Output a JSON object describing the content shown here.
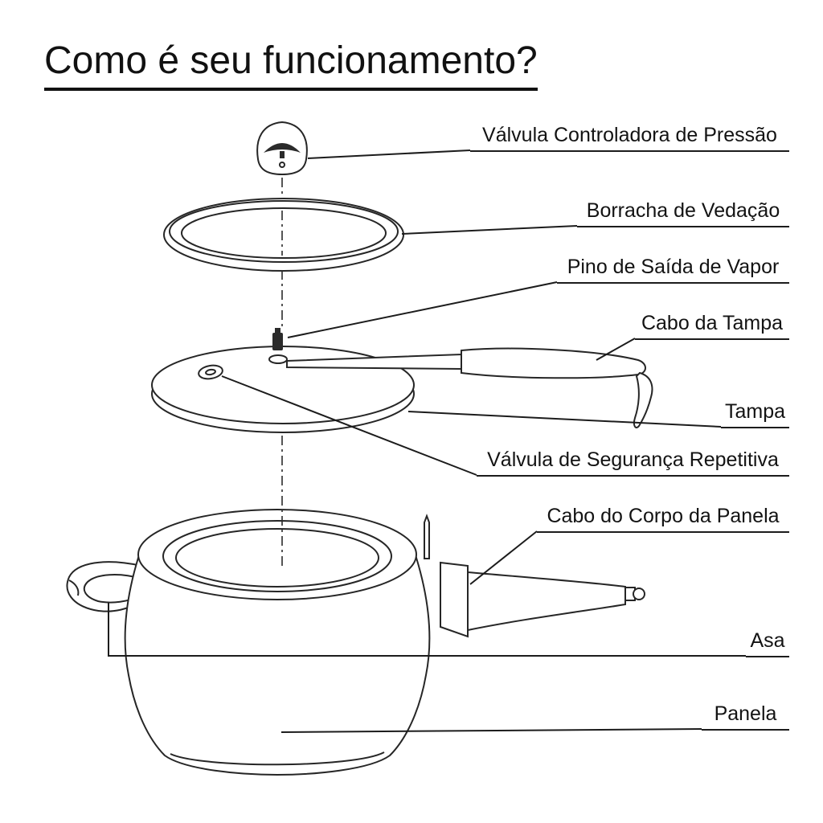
{
  "title": {
    "text": "Como é seu funcionamento?"
  },
  "diagram": {
    "subject": "panela de pressão",
    "colors": {
      "line": "#262626",
      "text": "#131313",
      "background": "#ffffff"
    },
    "labels": [
      {
        "text": "Válvula Controladora de Pressão"
      },
      {
        "text": "Borracha de Vedação"
      },
      {
        "text": "Pino de Saída de Vapor"
      },
      {
        "text": "Cabo da Tampa"
      },
      {
        "text": "Tampa"
      },
      {
        "text": "Válvula de Segurança Repetitiva"
      },
      {
        "text": "Cabo do Corpo da Panela"
      },
      {
        "text": "Asa"
      },
      {
        "text": "Panela"
      }
    ]
  }
}
